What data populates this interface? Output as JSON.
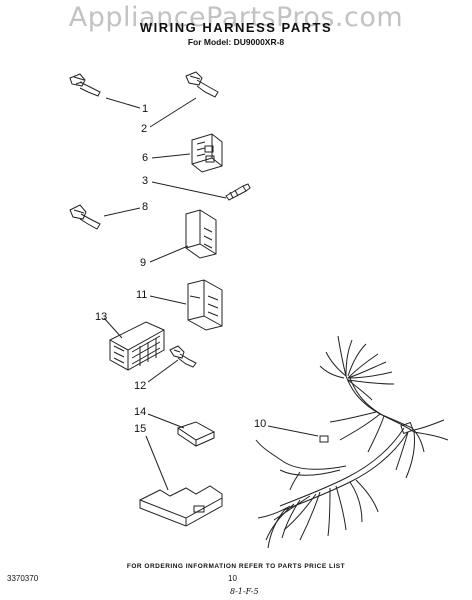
{
  "watermark": "AppliancePartsPros.com",
  "header": {
    "title": "WIRING HARNESS PARTS",
    "model_label": "For Model: DU9000XR-8"
  },
  "callouts": {
    "c1": "1",
    "c2": "2",
    "c3": "3",
    "c6": "6",
    "c8": "8",
    "c9": "9",
    "c10": "10",
    "c11": "11",
    "c12": "12",
    "c13": "13",
    "c14": "14",
    "c15": "15"
  },
  "footer": {
    "ordering_note": "FOR ORDERING INFORMATION REFER TO PARTS PRICE LIST",
    "doc_number": "3370370",
    "page_number": "10",
    "handwritten_mark": "8-1-F-5"
  }
}
